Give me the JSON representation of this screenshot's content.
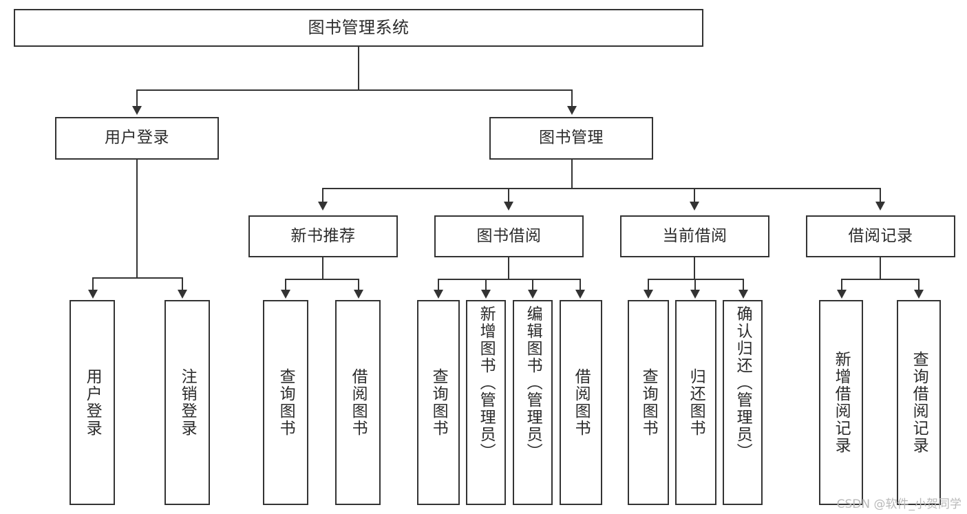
{
  "diagram": {
    "title": "图书管理系统",
    "type": "tree",
    "orientation": "top-down",
    "line_color": "#333333",
    "box_fill": "#ffffff",
    "text_color": "#2b2b2b"
  },
  "root": {
    "label": "图书管理系统"
  },
  "level2": [
    {
      "label": "用户登录"
    },
    {
      "label": "图书管理"
    }
  ],
  "level3": [
    {
      "label": "新书推荐"
    },
    {
      "label": "图书借阅"
    },
    {
      "label": "当前借阅"
    },
    {
      "label": "借阅记录"
    }
  ],
  "leaves": {
    "user_login": [
      {
        "label": "用户登录"
      },
      {
        "label": "注销登录"
      }
    ],
    "new_book_recommend": [
      {
        "label": "查询图书"
      },
      {
        "label": "借阅图书"
      }
    ],
    "book_borrow": [
      {
        "label": "查询图书"
      },
      {
        "label": "新增图书（管理员）"
      },
      {
        "label": "编辑图书（管理员）"
      },
      {
        "label": "借阅图书"
      }
    ],
    "current_borrow": [
      {
        "label": "查询图书"
      },
      {
        "label": "归还图书"
      },
      {
        "label": "确认归还（管理员）"
      }
    ],
    "borrow_record": [
      {
        "label": "新增借阅记录"
      },
      {
        "label": "查询借阅记录"
      }
    ]
  },
  "watermark": {
    "text": "CSDN @软件_小贺同学"
  }
}
